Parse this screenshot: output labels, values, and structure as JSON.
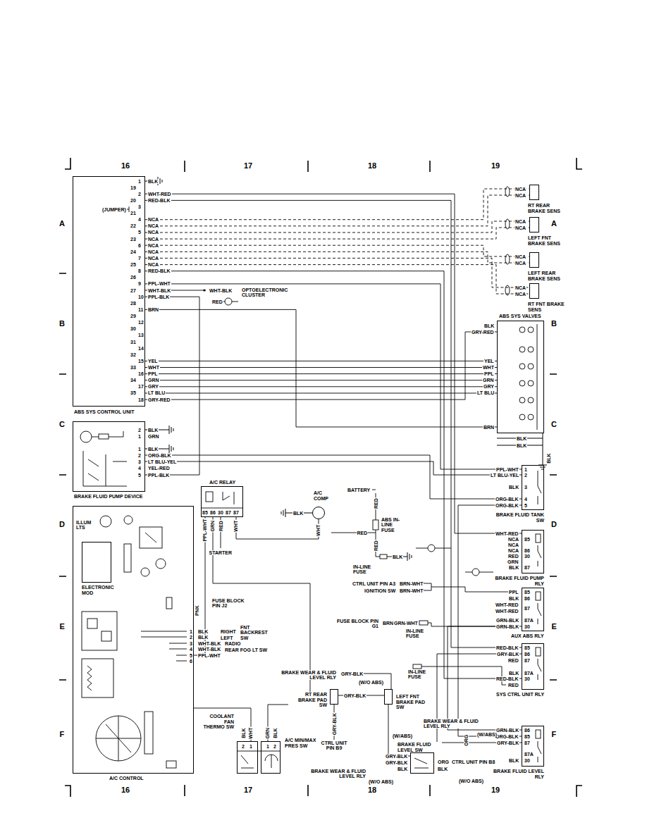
{
  "diagram": {
    "nodes": [
      {
        "text": [
          "ABS SYS CONTROL UNIT"
        ]
      },
      {
        "text": [
          "RT REAR BRAKE SENS"
        ]
      },
      {
        "text": [
          "LEFT FNT BRAKE SENS"
        ]
      },
      {
        "text": [
          "LEFT REAR BRAKE SENS"
        ]
      },
      {
        "text": [
          "RT FNT BRAKE SENS"
        ]
      },
      {
        "text": [
          "ABS SYS VALVES"
        ]
      },
      {
        "text": [
          "BRAKE FLUID PUMP DEVICE"
        ]
      },
      {
        "text": [
          "A/C RELAY"
        ]
      },
      {
        "text": [
          "A/C COMP"
        ]
      },
      {
        "text": [
          "BRAKE FLUID TANK SW"
        ]
      },
      {
        "text": [
          "BRAKE FLUID PUMP RLY"
        ]
      },
      {
        "text": [
          "AUX ABS RLY"
        ]
      },
      {
        "text": [
          "SYS CTRL UNIT RLY"
        ]
      },
      {
        "text": [
          "BRAKE FLUID LEVEL RLY"
        ]
      },
      {
        "text": [
          "A/C CONTROL"
        ]
      },
      {
        "text": [
          "ELECTRONIC MOD"
        ],
        "in": 14
      },
      {
        "text": [
          "COOLANT FAN THERMO SW"
        ]
      },
      {
        "text": [
          "A/C MIN/MAX PRES SW"
        ]
      },
      {
        "text": [
          "RT REAR BRAKE PAD SW"
        ]
      },
      {
        "text": [
          "LEFT FNT BRAKE PAD SW"
        ]
      },
      {
        "text": [
          "BRAKE FLUID LEVEL SW"
        ]
      }
    ],
    "edges": [
      {
        "from": 0,
        "to": 1,
        "arrow": "none"
      },
      {
        "from": 0,
        "to": 1,
        "arrow": "none"
      },
      {
        "from": 0,
        "to": 2,
        "arrow": "none"
      },
      {
        "from": 0,
        "to": 2,
        "arrow": "none"
      },
      {
        "from": 0,
        "to": 3,
        "arrow": "none"
      },
      {
        "from": 0,
        "to": 3,
        "arrow": "none"
      },
      {
        "from": 0,
        "to": 4,
        "arrow": "none"
      },
      {
        "from": 0,
        "to": 4,
        "arrow": "none"
      },
      {
        "from": 0,
        "to": 10,
        "arrow": "none"
      },
      {
        "from": 0,
        "to": 12,
        "arrow": "none"
      },
      {
        "from": 0,
        "to": 12,
        "arrow": "none"
      },
      {
        "from": 0,
        "to": 9,
        "arrow": "none"
      },
      {
        "from": 0,
        "to": 6,
        "arrow": "none"
      },
      {
        "from": 0,
        "to": 5,
        "arrow": "none"
      },
      {
        "from": 0,
        "to": 5,
        "arrow": "none"
      },
      {
        "from": 0,
        "to": 5,
        "arrow": "none"
      },
      {
        "from": 0,
        "to": 5,
        "arrow": "none"
      },
      {
        "from": 0,
        "to": 5,
        "arrow": "none"
      },
      {
        "from": 0,
        "to": 5,
        "arrow": "none"
      },
      {
        "from": 0,
        "to": 5,
        "arrow": "none"
      },
      {
        "from": 0,
        "to": 5,
        "arrow": "none"
      },
      {
        "from": 6,
        "to": 9,
        "arrow": "none"
      },
      {
        "from": 6,
        "to": 9,
        "arrow": "none"
      },
      {
        "from": 9,
        "to": 13,
        "arrow": "none"
      },
      {
        "from": 7,
        "to": 14,
        "arrow": "none"
      },
      {
        "from": 7,
        "to": 17,
        "arrow": "none"
      },
      {
        "from": 7,
        "to": 8,
        "arrow": "none"
      },
      {
        "from": 16,
        "to": 14,
        "arrow": "none"
      },
      {
        "from": 18,
        "to": 19,
        "arrow": "none"
      },
      {
        "from": 19,
        "to": 20,
        "arrow": "none"
      },
      {
        "from": 13,
        "to": 12,
        "arrow": "none"
      },
      {
        "from": 13,
        "to": 11,
        "arrow": "none"
      }
    ],
    "labels": [
      "16",
      "17",
      "18",
      "19",
      "A",
      "B",
      "C",
      "D",
      "E",
      "F",
      "A",
      "B",
      "C",
      "D",
      "E",
      "F",
      "16",
      "17",
      "18",
      "19",
      "1",
      "19",
      "2",
      "20",
      "3",
      "21",
      "4",
      "22",
      "5",
      "23",
      "6",
      "24",
      "7",
      "25",
      "8",
      "26",
      "9",
      "27",
      "10",
      "28",
      "11",
      "29",
      "12",
      "30",
      "13",
      "31",
      "14",
      "32",
      "15",
      "33",
      "16",
      "34",
      "17",
      "35",
      "18",
      "BLK",
      "WHT-RED",
      "RED-BLK",
      "NCA",
      "NCA",
      "NCA",
      "NCA",
      "NCA",
      "NCA",
      "NCA",
      "NCA",
      "RED-BLK",
      "PPL-WHT",
      "WHT-BLK",
      "PPL-BLK",
      "BRN",
      "YEL",
      "WHT",
      "PPL",
      "GRN",
      "GRY",
      "LT BLU",
      "GRY-RED",
      "(JUMPER)",
      "WHT-BLK",
      "OPTOELECTRONIC CLUSTER",
      "RED",
      "NCA",
      "NCA",
      "NCA",
      "NCA",
      "NCA",
      "NCA",
      "NCA",
      "NCA",
      "BLK",
      "GRY-RED",
      "YEL",
      "WHT",
      "PPL",
      "GRN",
      "GRY",
      "LT BLU",
      "BRN",
      "BLK",
      "BLK",
      "BLK",
      "2",
      "BLK",
      "1",
      "GRN",
      "1",
      "BLK",
      "2",
      "ORG-BLK",
      "3",
      "LT BLU-YEL",
      "4",
      "YEL-RED",
      "5",
      "PPL-BLK",
      "85",
      "86",
      "30",
      "87",
      "87",
      "PPL-WHT",
      "GRN",
      "RED",
      "WHT",
      "STARTER",
      "BLK",
      "WHT",
      "BATTERY",
      "RED",
      "ABS IN-LINE FUSE",
      "RED",
      "RED",
      "IN-LINE FUSE",
      "BLK",
      "PPL-WHT",
      "1",
      "LT BLU-YEL",
      "2",
      "BLK",
      "3",
      "ORG-BLK",
      "4",
      "ORG-BLK",
      "5",
      "WHT-RED",
      "NCA",
      "NCA",
      "NCA",
      "RED",
      "GRN",
      "BLK",
      "85",
      "86",
      "30",
      "87",
      "CTRL UNIT PIN A3",
      "BRN-WHT",
      "IGNITION SW",
      "BRN-WHT",
      "PPL",
      "BLK",
      "WHT-RED",
      "WHT-RED",
      "GRN-BLK",
      "GRN-BLK",
      "85",
      "86",
      "87",
      "87A",
      "30",
      "FUSE BLOCK PIN G1",
      "BRN",
      "GRN-WHT",
      "IN-LINE FUSE",
      "RED-BLK",
      "GRY-BLK",
      "RED",
      "BLK",
      "RED-BLK",
      "RED",
      "85",
      "86",
      "87",
      "87A",
      "30",
      "IN-LINE FUSE",
      "GRN-BLK",
      "ORG-BLK",
      "GRY-BLK",
      "BLK",
      "86",
      "85",
      "87",
      "87A",
      "30",
      "BRAKE WEAR & FLUID LEVEL RLY",
      "GRY-BLK",
      "(W/O ABS)",
      "GRY-BLK",
      "GRY-BLK",
      "CTRL UNIT PIN B9",
      "BRAKE WEAR & FLUID LEVEL RLY",
      "(W/ABS)",
      "(W/ABS)",
      "GRY-BLK",
      "GRY-BLK",
      "BLK",
      "ORG",
      "ORG",
      "CTRL UNIT PIN B8",
      "BLK",
      "BRAKE WEAR & FLUID LEVEL RLY",
      "(W/O ABS)",
      "(W/O ABS)",
      "ILLUM LTS",
      "1",
      "2",
      "3",
      "4",
      "5",
      "6",
      "BLK",
      "BLK",
      "WHT-BLK",
      "WHT-BLK",
      "PPL-WHT",
      "RIGHT",
      "LEFT",
      "FNT BACKREST SW",
      "RADIO",
      "REAR FOG LT SW",
      "PNK",
      "FUSE BLOCK PIN J2",
      "BLK",
      "WHT",
      "2",
      "1",
      "GRN",
      "BLK",
      "1",
      "2"
    ]
  }
}
